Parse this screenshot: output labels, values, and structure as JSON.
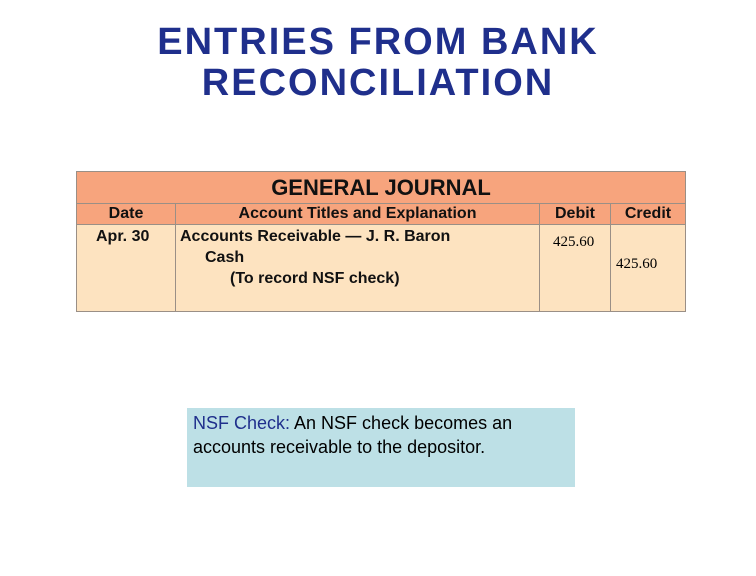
{
  "title": {
    "line1": "ENTRIES FROM BANK",
    "line2": "RECONCILIATION"
  },
  "journal": {
    "heading": "GENERAL JOURNAL",
    "columns": {
      "date": "Date",
      "account": "Account Titles and Explanation",
      "debit": "Debit",
      "credit": "Credit"
    },
    "entry": {
      "date": "Apr. 30",
      "debit_account": "Accounts Receivable — J. R. Baron",
      "credit_account": "Cash",
      "explanation": "(To record NSF check)",
      "debit_amount": "425.60",
      "credit_amount": "425.60"
    }
  },
  "note": {
    "label": "NSF Check:",
    "text": "  An NSF check becomes an accounts receivable to the depositor."
  },
  "colors": {
    "title": "#1f2f8c",
    "header": "#f7a47d",
    "body": "#fde3c0",
    "note": "#bde0e6"
  }
}
